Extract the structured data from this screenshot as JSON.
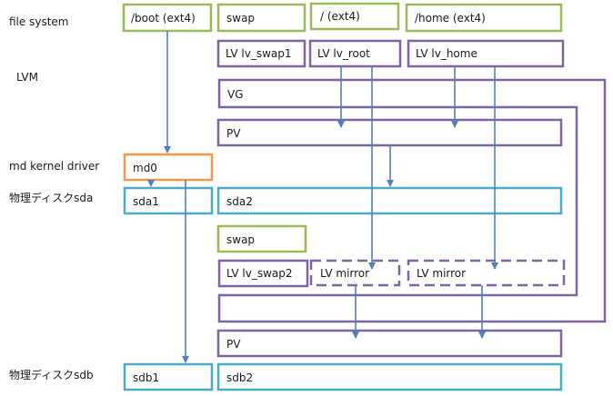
{
  "layer_labels": {
    "file_system": "file system",
    "lvm": "LVM",
    "md_kernel_driver": "md kernel driver",
    "disk_sda": "物理ディスクsda",
    "disk_sdb": "物理ディスクsdb"
  },
  "filesystems": {
    "boot": "/boot (ext4)",
    "swap": "swap",
    "root": "/ (ext4)",
    "home": "/home (ext4)"
  },
  "logical_volumes": {
    "lv_swap1": "LV lv_swap1",
    "lv_root": "LV lv_root",
    "lv_home": "LV lv_home"
  },
  "vg": "VG",
  "pv_top": "PV",
  "md": "md0",
  "sda": {
    "sda1": "sda1",
    "sda2": "sda2"
  },
  "mirror_group": {
    "swap": "swap",
    "lv_swap2": "LV lv_swap2",
    "mirror_root": "LV mirror",
    "mirror_home": "LV mirror"
  },
  "pv_bottom": "PV",
  "sdb": {
    "sdb1": "sdb1",
    "sdb2": "sdb2"
  },
  "colors": {
    "filesystem": "#9bbb59",
    "lvm": "#8064a2",
    "md": "#f79646",
    "disk": "#4bacc6",
    "arrow": "#4f81bd"
  }
}
